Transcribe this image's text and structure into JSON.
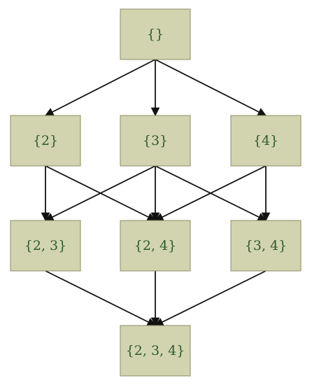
{
  "diagram": {
    "type": "hasse-diagram",
    "colors": {
      "node_fill": "#d2d4b0",
      "node_stroke": "#8a8c62",
      "label_text": "#2f5a2f",
      "edge": "#111111"
    },
    "nodes": [
      {
        "id": "empty",
        "label": "{}"
      },
      {
        "id": "s2",
        "label": "{2}"
      },
      {
        "id": "s3",
        "label": "{3}"
      },
      {
        "id": "s4",
        "label": "{4}"
      },
      {
        "id": "s23",
        "label": "{2, 3}"
      },
      {
        "id": "s24",
        "label": "{2, 4}"
      },
      {
        "id": "s34",
        "label": "{3, 4}"
      },
      {
        "id": "s234",
        "label": "{2, 3, 4}"
      }
    ],
    "edges": [
      {
        "from": "empty",
        "to": "s2"
      },
      {
        "from": "empty",
        "to": "s3"
      },
      {
        "from": "empty",
        "to": "s4"
      },
      {
        "from": "s2",
        "to": "s23"
      },
      {
        "from": "s2",
        "to": "s24"
      },
      {
        "from": "s3",
        "to": "s23"
      },
      {
        "from": "s3",
        "to": "s24"
      },
      {
        "from": "s3",
        "to": "s34"
      },
      {
        "from": "s4",
        "to": "s24"
      },
      {
        "from": "s4",
        "to": "s34"
      },
      {
        "from": "s23",
        "to": "s234"
      },
      {
        "from": "s24",
        "to": "s234"
      },
      {
        "from": "s34",
        "to": "s234"
      }
    ]
  }
}
